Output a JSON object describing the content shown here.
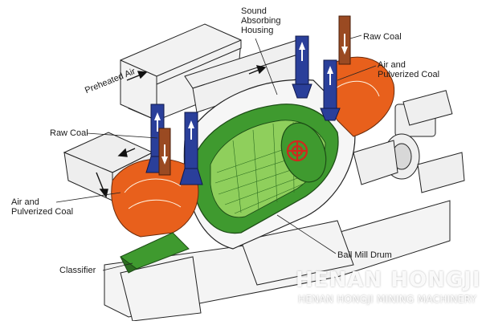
{
  "labels": {
    "sound_housing": [
      "Sound",
      "Absorbing",
      "Housing"
    ],
    "raw_coal_right": "Raw Coal",
    "air_pulverized_right": [
      "Air and",
      "Pulverized Coal"
    ],
    "preheated_air": "Preheated Air",
    "raw_coal_left": "Raw Coal",
    "air_pulverized_left": [
      "Air and",
      "Pulverized Coal"
    ],
    "ball_mill_drum": "Ball Mill Drum",
    "classifier": "Classifier"
  },
  "watermark": {
    "title": "HENAN HONGJI",
    "subtitle": "HENAN HONGJI MINING MACHINERY"
  },
  "colors": {
    "drum_green": "#3f9a2f",
    "end_orange": "#e8601c",
    "pipe_blue": "#2a3f9a",
    "coal_brown": "#9a4a22",
    "outline": "#222222"
  }
}
